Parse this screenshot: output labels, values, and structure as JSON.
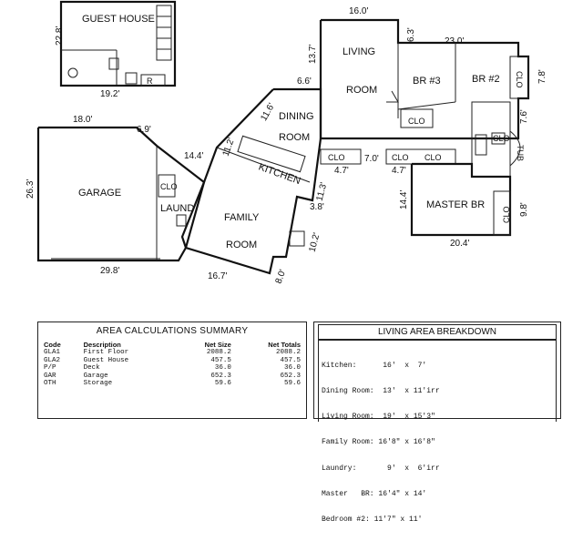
{
  "rooms": {
    "guest_house": "GUEST HOUSE",
    "living_room_1": "LIVING",
    "living_room_2": "ROOM",
    "br3": "BR #3",
    "br2": "BR #2",
    "dining_1": "DINING",
    "dining_2": "ROOM",
    "garage": "GARAGE",
    "kitchen": "KITCHEN",
    "family_1": "FAMILY",
    "family_2": "ROOM",
    "master_br": "MASTER BR",
    "laund": "LAUND",
    "tub": "TUB",
    "clo": "CLO",
    "r": "R"
  },
  "dimensions": {
    "gh_height": "22.8'",
    "gh_width": "19.2'",
    "living_width": "16.0'",
    "living_height": "13.7'",
    "living_offset": "6.3'",
    "br_width": "23.0'",
    "clo_top": "7.8'",
    "clo_right": "7.6'",
    "dining_left": "6.6'",
    "dining_diag": "11.6'",
    "garage_width": "18.0'",
    "garage_diag": "6.9'",
    "garage_height": "26.3'",
    "garage_bottom": "29.8'",
    "laund_diag": "14.4'",
    "kitchen_left": "11.2'",
    "hall_a": "4.7'",
    "hall_b": "7.0'",
    "hall_c": "4.7'",
    "kitchen_right": "11.3'",
    "kitchen_small": "3.8'",
    "master_left": "14.4'",
    "master_bottom": "20.4'",
    "master_right": "9.8'",
    "family_right": "10.2'",
    "family_bottom": "16.7'",
    "family_small": "8.0'"
  },
  "area_summary": {
    "title": "AREA CALCULATIONS SUMMARY",
    "headers": [
      "Code",
      "Description",
      "Net Size",
      "Net Totals"
    ],
    "rows": [
      [
        "GLA1",
        "First Floor",
        "2088.2",
        "2088.2"
      ],
      [
        "GLA2",
        "Guest House",
        "457.5",
        "457.5"
      ],
      [
        "P/P",
        "Deck",
        "36.0",
        "36.0"
      ],
      [
        "GAR",
        "Garage",
        "652.3",
        "652.3"
      ],
      [
        "OTH",
        "Storage",
        "59.6",
        "59.6"
      ]
    ]
  },
  "living_breakdown": {
    "title": "LIVING AREA BREAKDOWN",
    "rows": [
      "Kitchen:      16'  x  7'",
      "Dining Room:  13'  x 11'irr",
      "Living Room:  19'  x 15'3\"",
      "Family Room: 16'8\" x 16'8\"",
      "Laundry:       9'  x  6'irr",
      "Master   BR: 16'4\" x 14'",
      "Bedroom #2: 11'7\" x 11'"
    ]
  }
}
